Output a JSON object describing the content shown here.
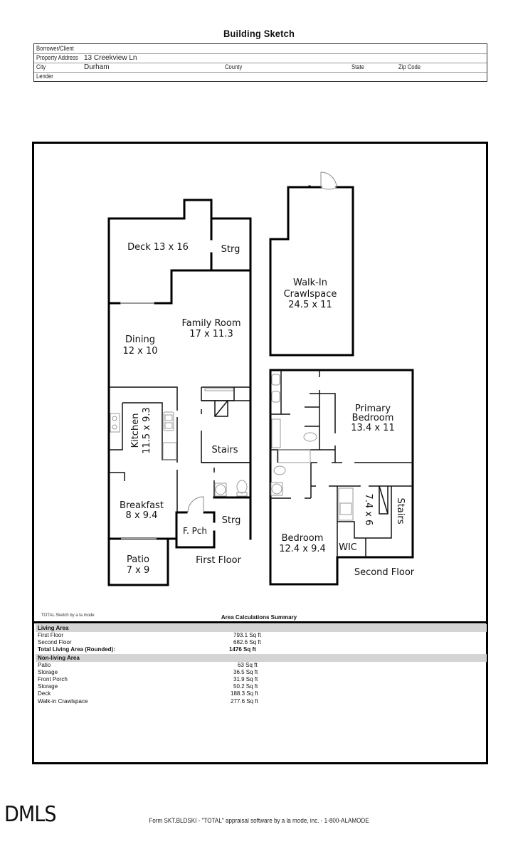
{
  "header": {
    "title": "Building Sketch"
  },
  "form": {
    "borrower_label": "Borrower/Client",
    "borrower_value": "",
    "address_label": "Property Address",
    "address_value": "13 Creekview Ln",
    "city_label": "City",
    "city_value": "Durham",
    "county_label": "County",
    "county_value": "",
    "state_label": "State",
    "state_value": "",
    "zip_label": "Zip Code",
    "zip_value": "",
    "lender_label": "Lender",
    "lender_value": ""
  },
  "sketch": {
    "rooms": {
      "deck": "Deck 13 x 16",
      "strg_top": "Strg",
      "family_room_name": "Family Room",
      "family_room_dim": "17 x 11.3",
      "dining_name": "Dining",
      "dining_dim": "12 x 10",
      "kitchen_name": "Kitchen",
      "kitchen_dim": "11.5 x 9.3",
      "stairs_first": "Stairs",
      "breakfast_name": "Breakfast",
      "breakfast_dim": "8 x 9.4",
      "front_porch": "F. Pch",
      "strg_bottom": "Strg",
      "patio_name": "Patio",
      "patio_dim": "7 x 9",
      "first_floor": "First Floor",
      "crawl_name1": "Walk-In",
      "crawl_name2": "Crawlspace",
      "crawl_dim": "24.5 x 11",
      "primary_name1": "Primary",
      "primary_name2": "Bedroom",
      "primary_dim": "13.4 x 11",
      "bedroom_name": "Bedroom",
      "bedroom_dim": "12.4 x 9.4",
      "wic": "WIC",
      "hall_dim": "7.4 x 6",
      "stairs_second": "Stairs",
      "second_floor": "Second Floor"
    }
  },
  "credit": "TOTAL Sketch by a la mode",
  "area_summary": {
    "title": "Area Calculations Summary",
    "living_header": "Living Area",
    "living": [
      {
        "label": "First Floor",
        "value": "793.1 Sq ft"
      },
      {
        "label": "Second Floor",
        "value": "682.6 Sq ft"
      }
    ],
    "total_label": "Total Living Area (Rounded):",
    "total_value": "1476 Sq ft",
    "nonliving_header": "Non-living Area",
    "nonliving": [
      {
        "label": "Patio",
        "value": "63 Sq ft"
      },
      {
        "label": "Storage",
        "value": "36.5 Sq ft"
      },
      {
        "label": "Front Porch",
        "value": "31.9 Sq ft"
      },
      {
        "label": "Storage",
        "value": "50.2 Sq ft"
      },
      {
        "label": "Deck",
        "value": "188.3 Sq ft"
      },
      {
        "label": "Walk-in Crawlspace",
        "value": "277.6 Sq ft"
      }
    ]
  },
  "footer": {
    "logo": "DMLS",
    "text": "Form SKT.BLDSKI - \"TOTAL\" appraisal software by a la mode, inc. - 1-800-ALAMODE"
  }
}
